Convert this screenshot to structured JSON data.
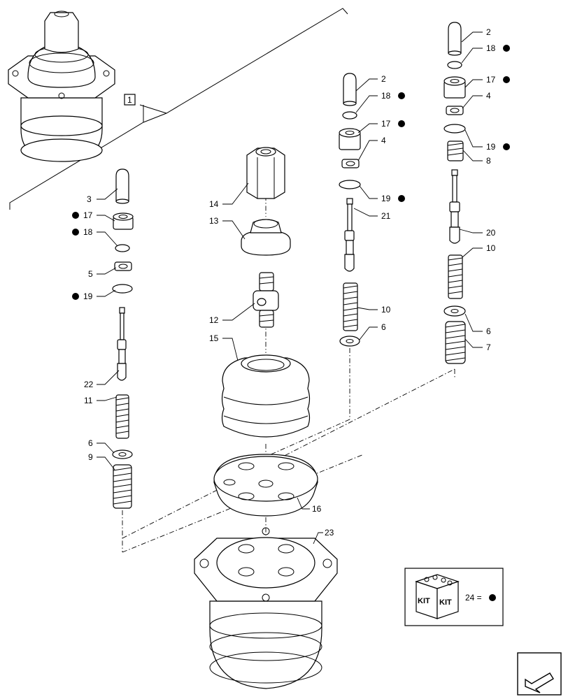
{
  "labels": {
    "l1": "1",
    "l2a": "2",
    "l2b": "2",
    "l3": "3",
    "l4a": "4",
    "l4b": "4",
    "l5": "5",
    "l6a": "6",
    "l6b": "6",
    "l6c": "6",
    "l7": "7",
    "l8": "8",
    "l9": "9",
    "l10a": "10",
    "l10b": "10",
    "l11": "11",
    "l12": "12",
    "l13": "13",
    "l14": "14",
    "l15": "15",
    "l16": "16",
    "l17a": "17",
    "l17b": "17",
    "l17c": "17",
    "l18a": "18",
    "l18b": "18",
    "l18c": "18",
    "l19a": "19",
    "l19b": "19",
    "l19c": "19",
    "l20": "20",
    "l21": "21",
    "l22": "22",
    "l23": "23"
  },
  "kit": {
    "box_text_1": "KIT",
    "box_text_2": "KIT",
    "legend": "24 ="
  },
  "colors": {
    "line": "#000000",
    "background": "#ffffff"
  },
  "icons": {
    "kit_marker": "filled-dot",
    "nav": "arrow-icon"
  }
}
